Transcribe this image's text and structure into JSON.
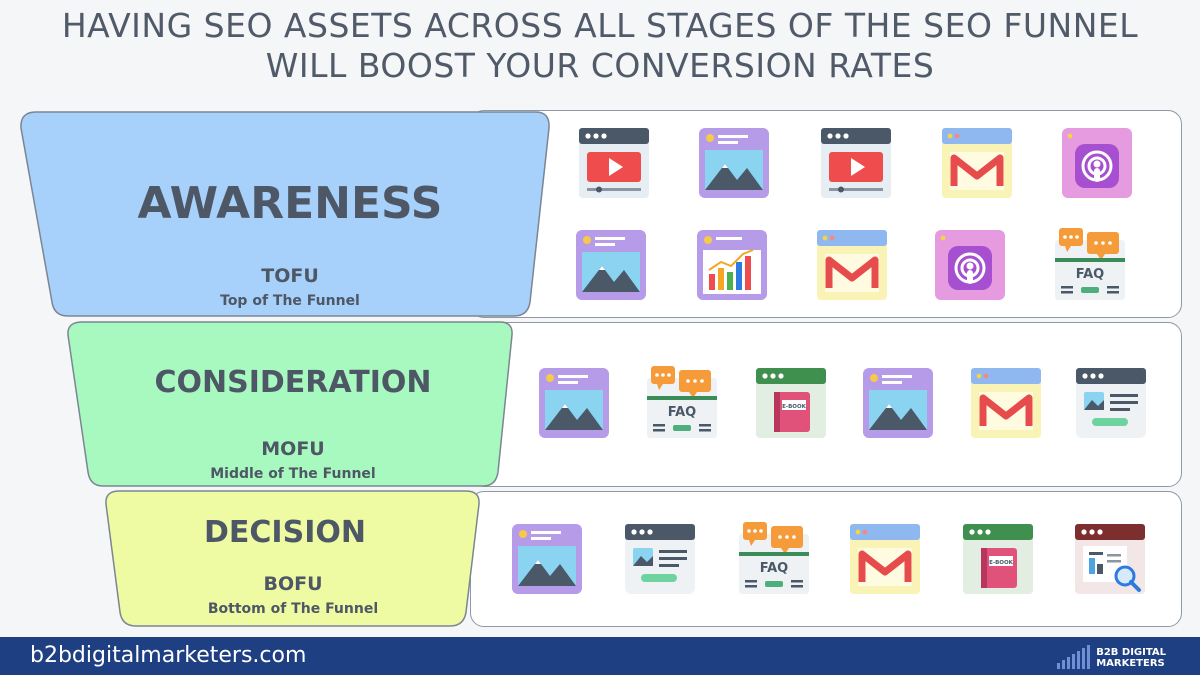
{
  "headline": {
    "line1": "HAVING SEO ASSETS ACROSS ALL STAGES OF THE SEO FUNNEL",
    "line2": "WILL BOOST YOUR CONVERSION RATES"
  },
  "stages": [
    {
      "title": "AWARENESS",
      "code": "TOFU",
      "desc": "Top of The Funnel",
      "color": "#a7d0fb",
      "assets": [
        "video-icon",
        "image-icon",
        "video-icon",
        "email-icon",
        "podcast-icon",
        "image-icon",
        "chart-icon",
        "email-icon",
        "podcast-icon",
        "faq-icon"
      ]
    },
    {
      "title": "CONSIDERATION",
      "code": "MOFU",
      "desc": "Middle of The Funnel",
      "color": "#a8f9bf",
      "assets": [
        "image-icon",
        "faq-icon",
        "ebook-icon",
        "image-icon",
        "email-icon",
        "webpage-icon"
      ]
    },
    {
      "title": "DECISION",
      "code": "BOFU",
      "desc": "Bottom of The Funnel",
      "color": "#eefba3",
      "assets": [
        "image-icon",
        "webpage-icon",
        "faq-icon",
        "email-icon",
        "ebook-icon",
        "report-icon"
      ]
    }
  ],
  "icon_text": {
    "faq": "FAQ",
    "ebook": "E-BOOK"
  },
  "footer": {
    "url": "b2bdigitalmarketers.com",
    "logo_line1": "B2B DIGITAL",
    "logo_line2": "MARKETERS"
  }
}
